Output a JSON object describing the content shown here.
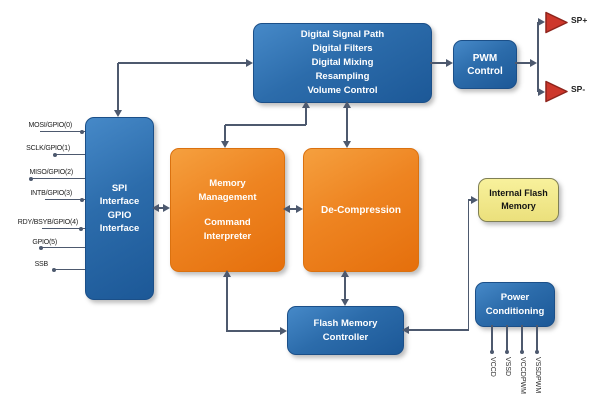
{
  "diagram": {
    "blocks": {
      "spi_gpio_interface": {
        "lines": [
          "SPI",
          "Interface",
          "GPIO",
          "Interface"
        ]
      },
      "digital_signal_path": {
        "lines": [
          "Digital Signal Path",
          "Digital Filters",
          "Digital Mixing",
          "Resampling",
          "Volume Control"
        ]
      },
      "pwm_control": {
        "lines": [
          "PWM",
          "Control"
        ]
      },
      "memory_management": {
        "lines": [
          "Memory",
          "Management",
          "Command",
          "Interpreter"
        ]
      },
      "decompression": {
        "lines": [
          "De-Compression"
        ]
      },
      "internal_flash_memory": {
        "lines": [
          "Internal Flash",
          "Memory"
        ]
      },
      "flash_memory_controller": {
        "lines": [
          "Flash Memory",
          "Controller"
        ]
      },
      "power_conditioning": {
        "lines": [
          "Power",
          "Conditioning"
        ]
      }
    },
    "left_pins": [
      {
        "label": "MOSI/GPIO(0)"
      },
      {
        "label": "SCLK/GPIO(1)"
      },
      {
        "label": "MISO/GPIO(2)"
      },
      {
        "label": "INTB/GPIO(3)"
      },
      {
        "label": "RDY/BSYB/GPIO(4)"
      },
      {
        "label": "GPIO(5)"
      },
      {
        "label": "SSB"
      }
    ],
    "power_pins": [
      {
        "label": "VCCD"
      },
      {
        "label": "VSSD"
      },
      {
        "label": "VCCDPWM"
      },
      {
        "label": "VSSDPWM"
      }
    ],
    "speaker_outputs": [
      {
        "label": "SP+"
      },
      {
        "label": "SP-"
      }
    ],
    "colors": {
      "block_blue": "#2c6cab",
      "block_orange": "#ee8421",
      "block_yellow": "#f3ec8e",
      "amp_red": "#cd372b",
      "connector": "#4d596e"
    }
  }
}
